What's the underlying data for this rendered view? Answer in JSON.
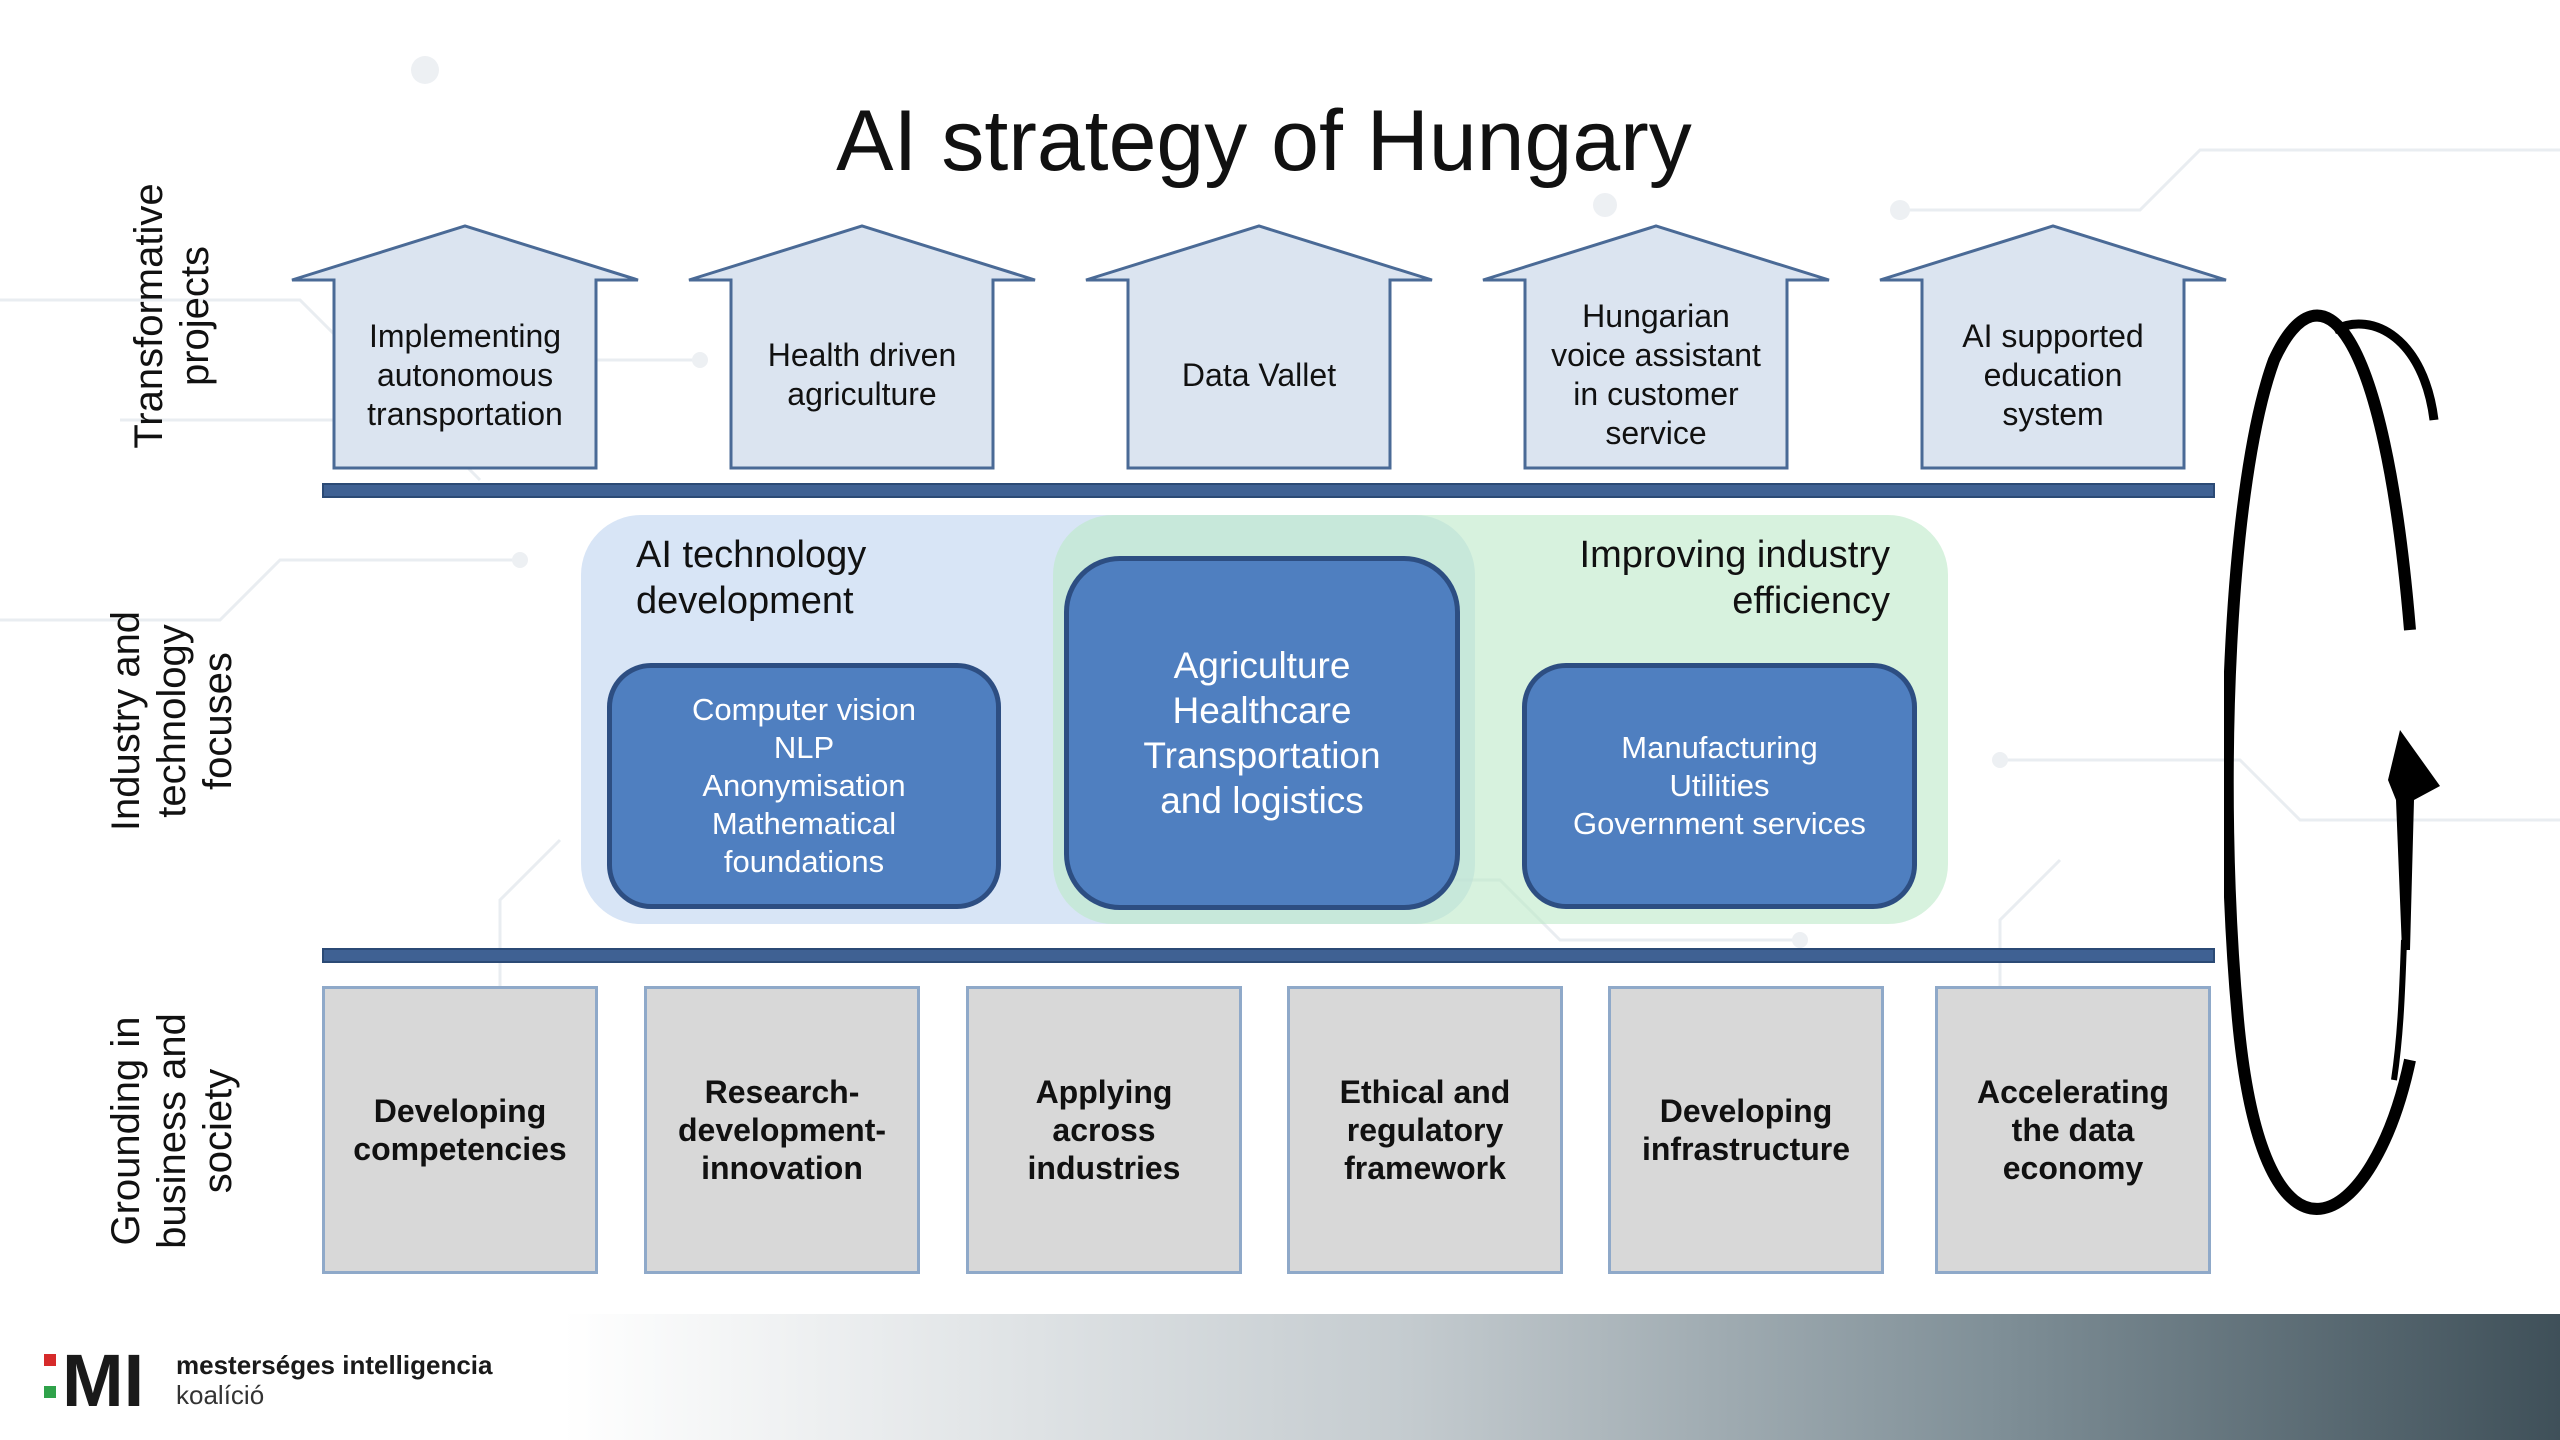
{
  "title": "AI strategy of Hungary",
  "row_labels": {
    "transformative": [
      "Transformative",
      "projects"
    ],
    "industry": [
      "Industry and",
      "technology",
      "focuses"
    ],
    "grounding": [
      "Grounding in",
      "business and",
      "society"
    ]
  },
  "projects": [
    [
      "Implementing",
      "autonomous",
      "transportation"
    ],
    [
      "Health driven",
      "agriculture"
    ],
    [
      "Data Vallet"
    ],
    [
      "Hungarian",
      "voice assistant",
      "in customer",
      "service"
    ],
    [
      "AI supported",
      "education",
      "system"
    ]
  ],
  "focus": {
    "tech_label": [
      "AI technology",
      "development"
    ],
    "industry_label": [
      "Improving industry",
      "efficiency"
    ],
    "tech_items": [
      "Computer vision",
      "NLP",
      "Anonymisation",
      "Mathematical",
      "foundations"
    ],
    "core_items": [
      "Agriculture",
      "Healthcare",
      "Transportation",
      "and logistics"
    ],
    "industry_items": [
      "Manufacturing",
      "Utilities",
      "Government services"
    ]
  },
  "grounding": [
    [
      "Developing",
      "competencies"
    ],
    [
      "Research-",
      "development-",
      "innovation"
    ],
    [
      "Applying",
      "across",
      "industries"
    ],
    [
      "Ethical and",
      "regulatory",
      "framework"
    ],
    [
      "Developing",
      "infrastructure"
    ],
    [
      "Accelerating",
      "the data",
      "economy"
    ]
  ],
  "logo": {
    "mark": "MI",
    "line1": "mesterséges intelligencia",
    "line2": "koalíció"
  },
  "colors": {
    "bar": "#3f6193",
    "pill": "#4f7fc0",
    "house_fill": "#dbe4f0",
    "house_stroke": "#4a6a96",
    "ground_fill": "#d8d8d8",
    "tech_area": "#cfdff2",
    "industry_area": "#cdeed6"
  }
}
